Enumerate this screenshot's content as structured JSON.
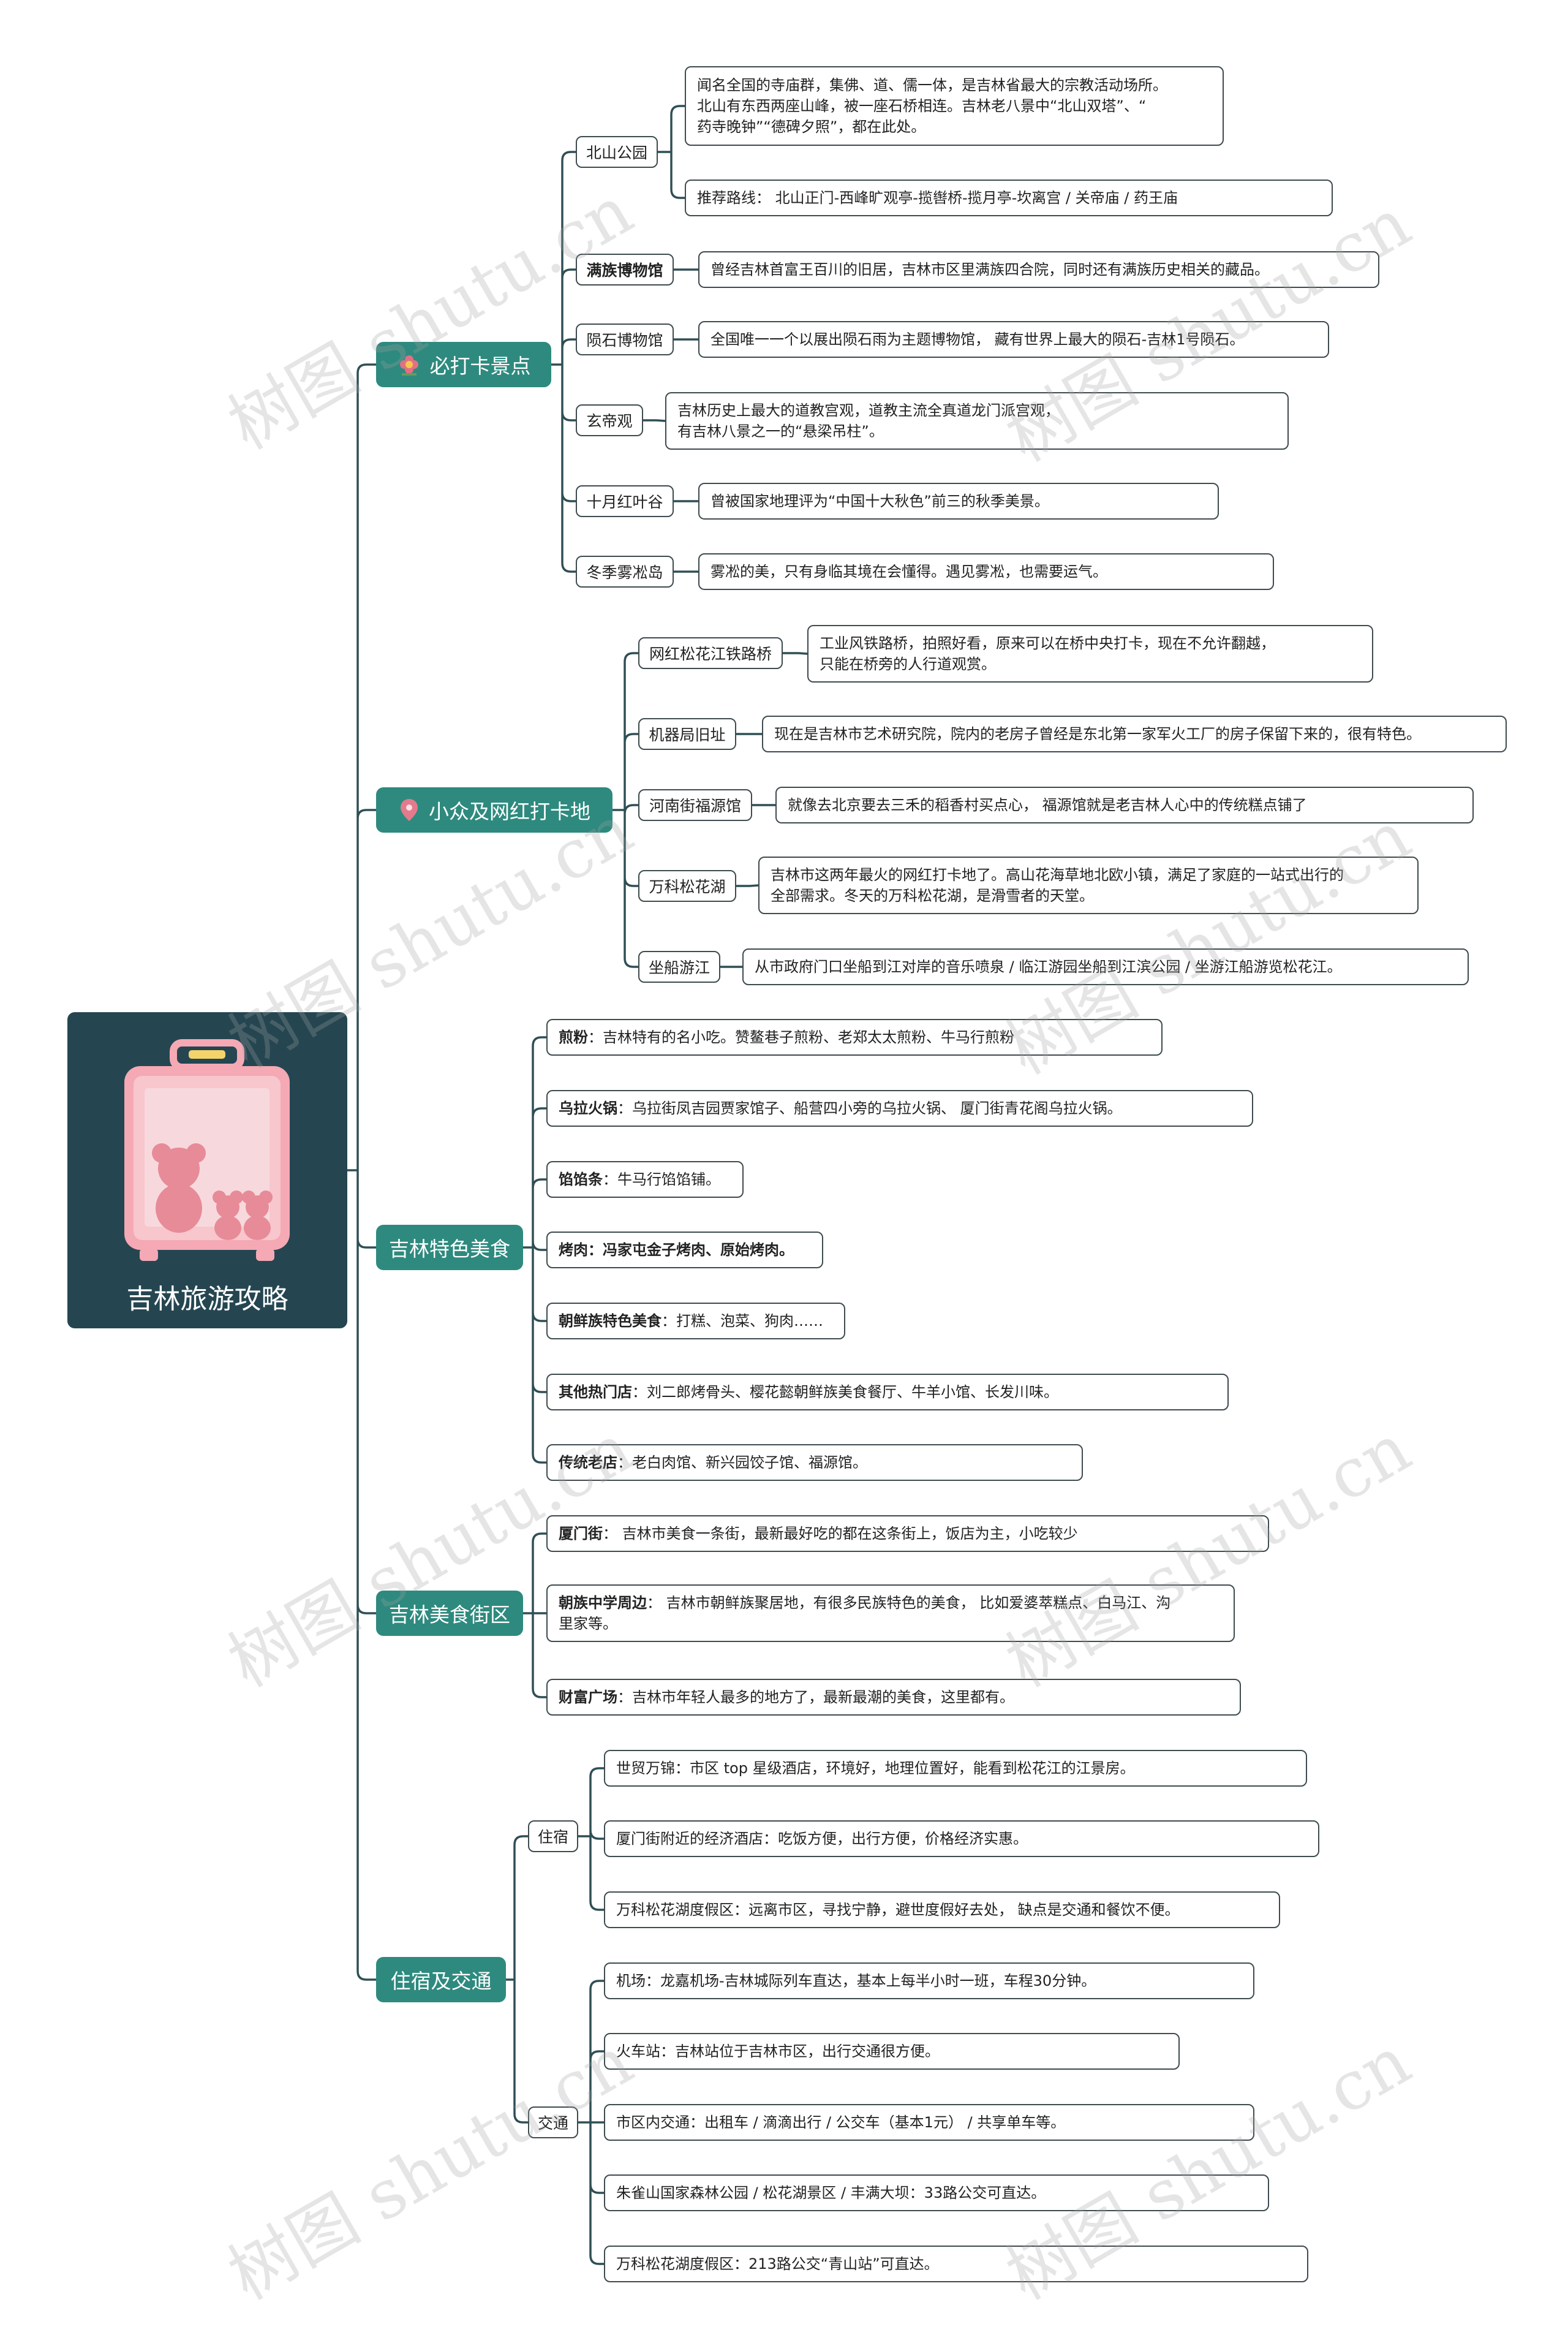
{
  "root": {
    "title": "吉林旅游攻略"
  },
  "branches": [
    {
      "label": "必打卡景点",
      "icon": "flower-icon",
      "subs": [
        {
          "label": "北山公园",
          "leaves": [
            {
              "text": "闻名全国的寺庙群，集佛、道、儒一体，是吉林省最大的宗教活动场所。\n北山有东西两座山峰，被一座石桥相连。吉林老八景中“北山双塔”、“\n药寺晚钟”“德碑夕照”，都在此处。"
            },
            {
              "text": "推荐路线：  北山正门-西峰旷观亭-揽辔桥-揽月亭-坎离宫 / 关帝庙 / 药王庙"
            }
          ]
        },
        {
          "label": "满族博物馆",
          "bold": true,
          "leaves": [
            {
              "text": "曾经吉林首富王百川的旧居，吉林市区里满族四合院，同时还有满族历史相关的藏品。"
            }
          ]
        },
        {
          "label": "陨石博物馆",
          "leaves": [
            {
              "text": "全国唯一一个以展出陨石雨为主题博物馆，  藏有世界上最大的陨石-吉林1号陨石。"
            }
          ]
        },
        {
          "label": "玄帝观",
          "leaves": [
            {
              "text": "吉林历史上最大的道教宫观，道教主流全真道龙门派宫观，\n有吉林八景之一的“悬梁吊柱”。"
            }
          ]
        },
        {
          "label": "十月红叶谷",
          "leaves": [
            {
              "text": "曾被国家地理评为“中国十大秋色”前三的秋季美景。"
            }
          ]
        },
        {
          "label": "冬季雾凇岛",
          "leaves": [
            {
              "text": "雾凇的美，只有身临其境在会懂得。遇见雾凇，也需要运气。"
            }
          ]
        }
      ]
    },
    {
      "label": "小众及网红打卡地",
      "icon": "map-pin-icon",
      "subs": [
        {
          "label": "网红松花江铁路桥",
          "leaves": [
            {
              "text": "工业风铁路桥，拍照好看，原来可以在桥中央打卡，现在不允许翻越，\n只能在桥旁的人行道观赏。"
            }
          ]
        },
        {
          "label": "机器局旧址",
          "leaves": [
            {
              "text": "现在是吉林市艺术研究院，院内的老房子曾经是东北第一家军火工厂的房子保留下来的，很有特色。"
            }
          ]
        },
        {
          "label": "河南街福源馆",
          "leaves": [
            {
              "text": "就像去北京要去三禾的稻香村买点心，  福源馆就是老吉林人心中的传统糕点铺了"
            }
          ]
        },
        {
          "label": "万科松花湖",
          "leaves": [
            {
              "text": "吉林市这两年最火的网红打卡地了。高山花海草地北欧小镇，满足了家庭的一站式出行的\n全部需求。冬天的万科松花湖，是滑雪者的天堂。"
            }
          ]
        },
        {
          "label": "坐船游江",
          "leaves": [
            {
              "text": "从市政府门口坐船到江对岸的音乐喷泉 / 临江游园坐船到江滨公园 / 坐游江船游览松花江。"
            }
          ]
        }
      ]
    },
    {
      "label": "吉林特色美食",
      "leaves": [
        {
          "bold": "煎粉",
          "text": "：吉林特有的名小吃。赞鳌巷子煎粉、老郑太太煎粉、牛马行煎粉"
        },
        {
          "bold": "乌拉火锅",
          "text": "：乌拉街凤吉园贾家馆子、船营四小旁的乌拉火锅、  厦门街青花阁乌拉火锅。"
        },
        {
          "bold": "馅馅条",
          "text": "：牛马行馅馅铺。"
        },
        {
          "bold": "烤肉：冯家屯金子烤肉、原始烤肉。",
          "text": ""
        },
        {
          "bold": "朝鲜族特色美食",
          "text": "：打糕、泡菜、狗肉……"
        },
        {
          "bold": "其他热门店",
          "text": "：刘二郎烤骨头、樱花懿朝鲜族美食餐厅、牛羊小馆、长发川味。"
        },
        {
          "bold": "传统老店",
          "text": "：老白肉馆、新兴园饺子馆、福源馆。"
        }
      ]
    },
    {
      "label": "吉林美食街区",
      "leaves": [
        {
          "bold": "厦门街",
          "text": "：  吉林市美食一条街，最新最好吃的都在这条街上，饭店为主，小吃较少"
        },
        {
          "bold": "朝族中学周边",
          "text": "：  吉林市朝鲜族聚居地，有很多民族特色的美食，  比如爱婆萃糕点、白马江、沟\n里家等。"
        },
        {
          "bold": "财富广场",
          "text": "：吉林市年轻人最多的地方了，最新最潮的美食，这里都有。"
        }
      ]
    },
    {
      "label": "住宿及交通",
      "subs": [
        {
          "label": "住宿",
          "leaves": [
            {
              "text": "世贸万锦：市区 top 星级酒店，环境好，地理位置好，能看到松花江的江景房。"
            },
            {
              "text": "厦门街附近的经济酒店：吃饭方便，出行方便，价格经济实惠。"
            },
            {
              "text": "万科松花湖度假区：远离市区，寻找宁静，避世度假好去处，  缺点是交通和餐饮不便。"
            }
          ]
        },
        {
          "label": "交通",
          "leaves": [
            {
              "text": "机场：龙嘉机场-吉林城际列车直达，基本上每半小时一班，车程30分钟。"
            },
            {
              "text": "火车站：吉林站位于吉林市区，出行交通很方便。"
            },
            {
              "text": "市区内交通：出租车 / 滴滴出行 / 公交车（基本1元）  / 共享单车等。"
            },
            {
              "text": "朱雀山国家森林公园 / 松花湖景区 / 丰满大坝：33路公交可直达。"
            },
            {
              "text": "万科松花湖度假区：213路公交“青山站”可直达。"
            }
          ]
        }
      ]
    }
  ],
  "watermark": "树图 shutu.cn",
  "colors": {
    "central": "#254651",
    "branch": "#2e8a7e",
    "line": "#2f4f55",
    "luggage": "#f4a9b4"
  }
}
